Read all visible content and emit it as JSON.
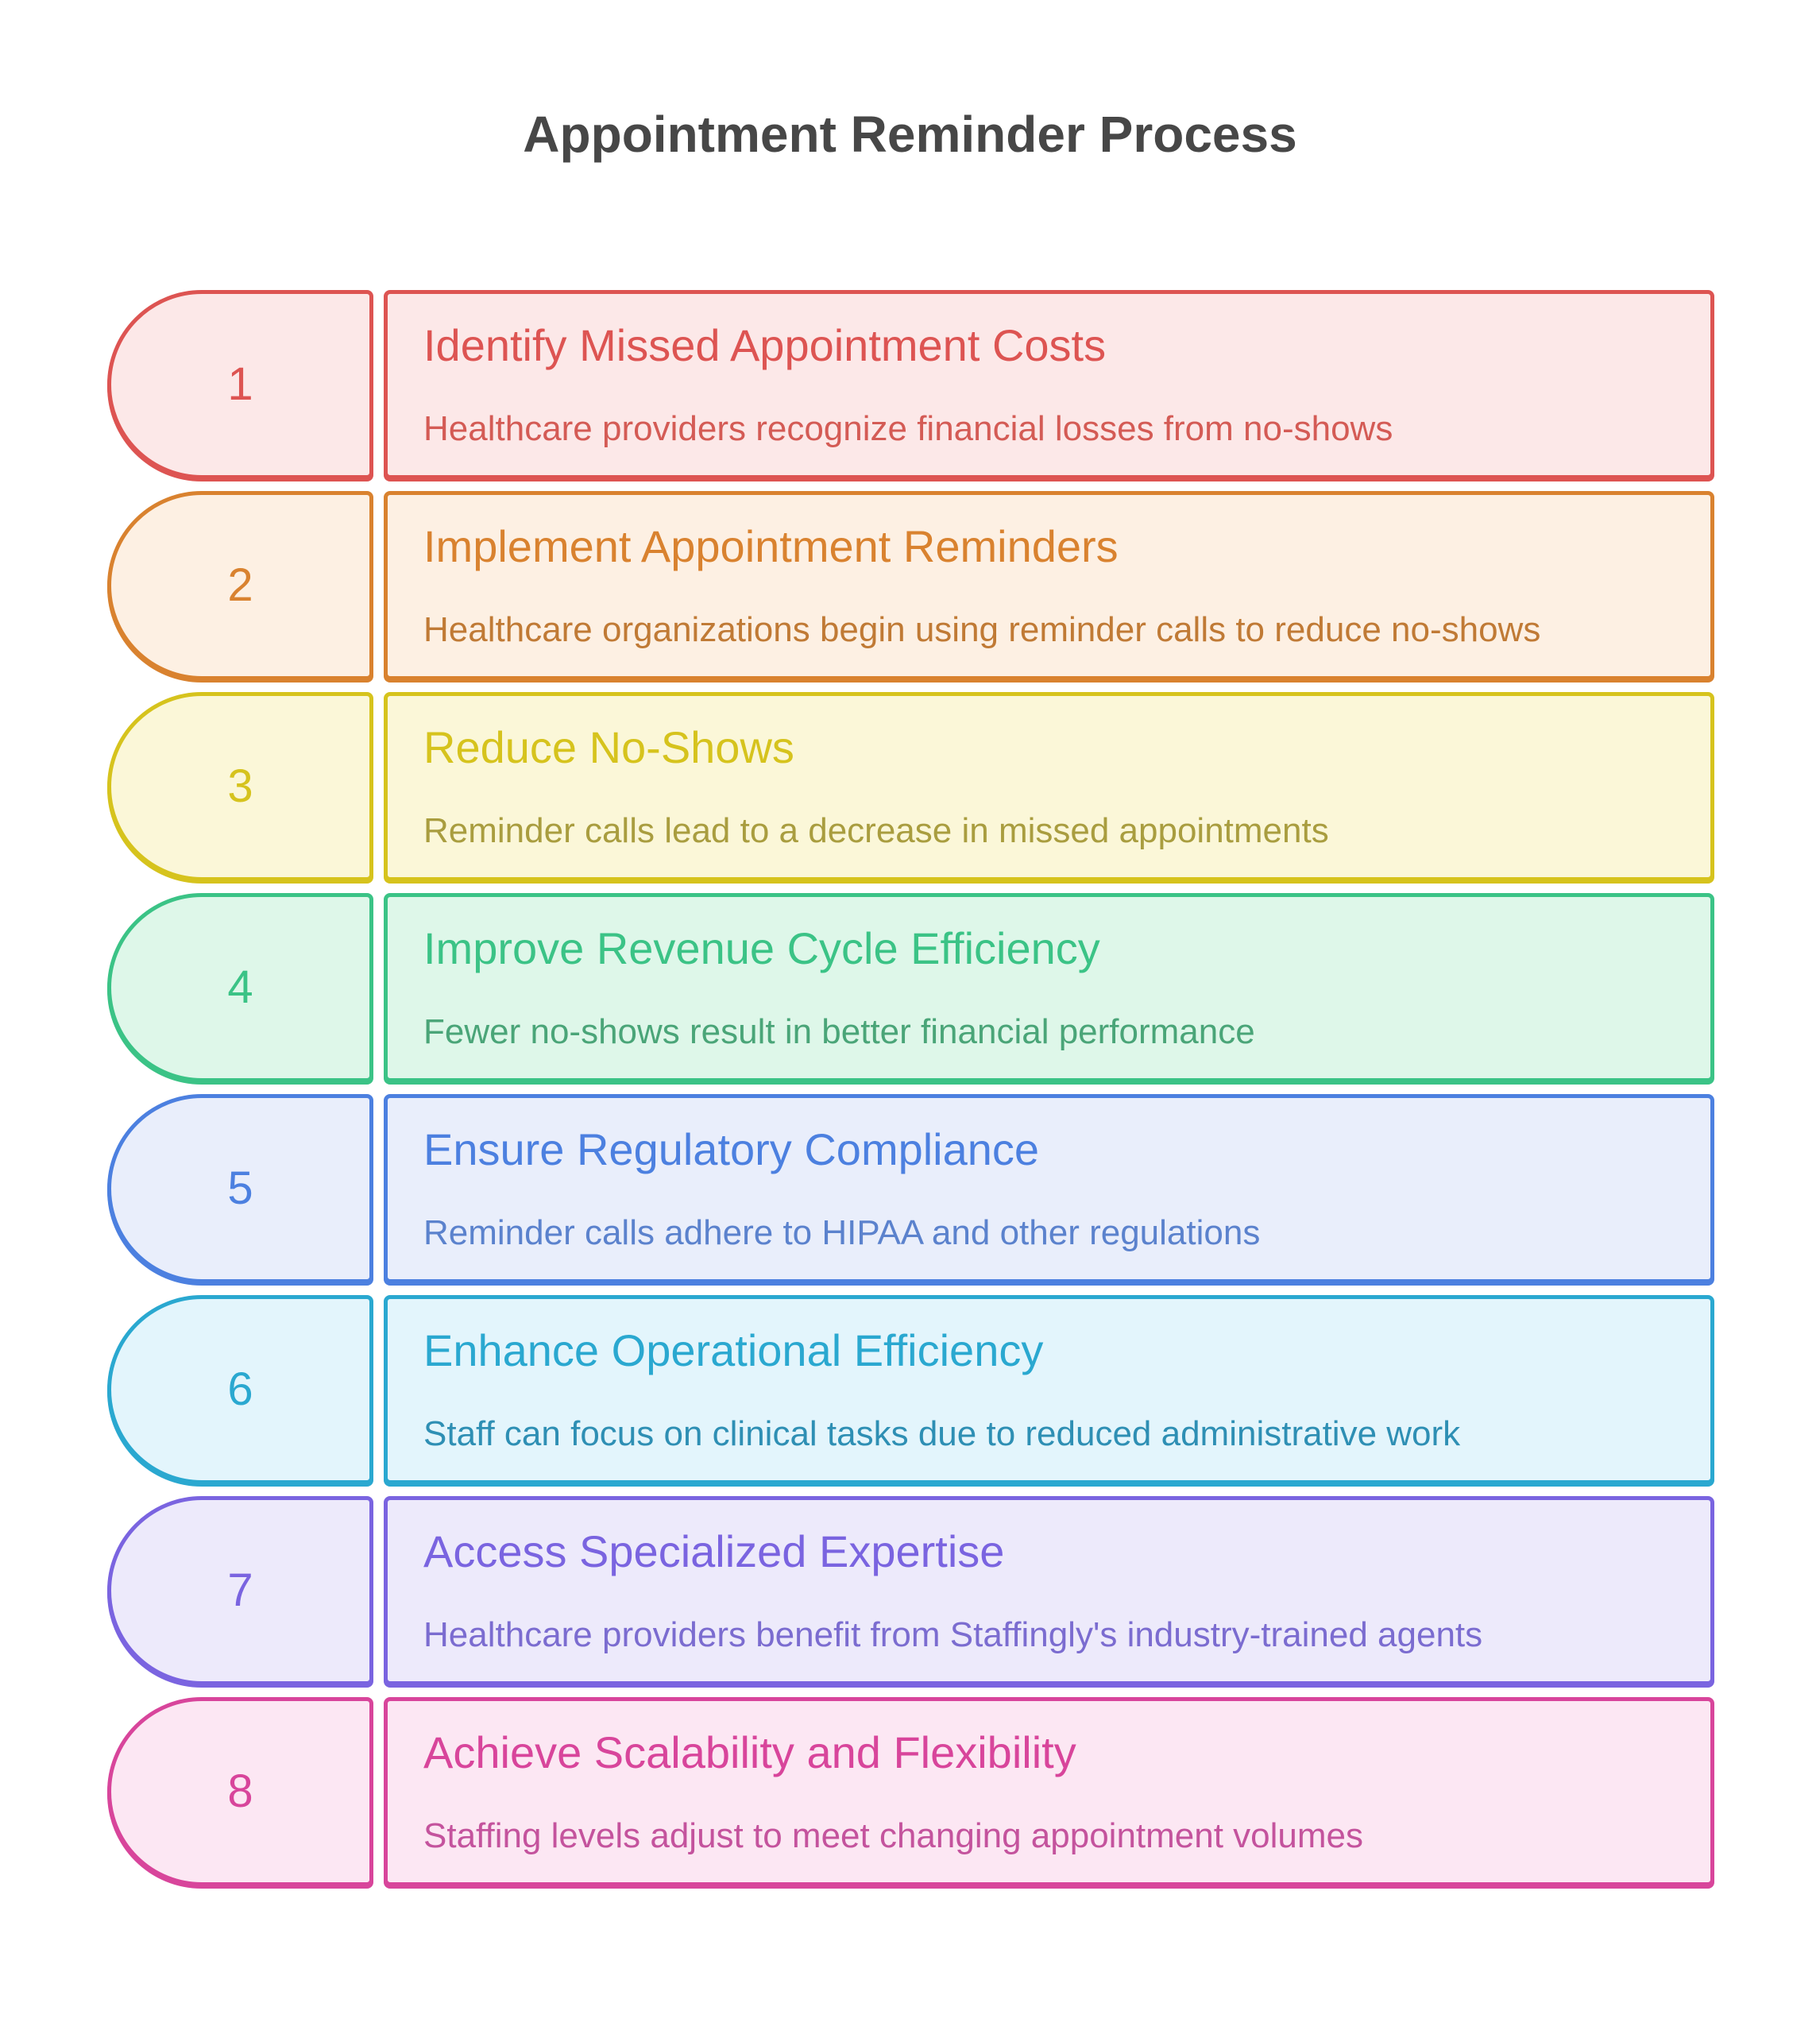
{
  "title": "Appointment Reminder Process",
  "steps": [
    {
      "number": "1",
      "title": "Identify Missed Appointment Costs",
      "description": "Healthcare providers recognize financial losses from no-shows",
      "accent": "#dd5452",
      "desc_color": "#d45b55",
      "fill": "#fce8e8"
    },
    {
      "number": "2",
      "title": "Implement Appointment Reminders",
      "description": "Healthcare organizations begin using reminder calls to reduce no-shows",
      "accent": "#d9822f",
      "desc_color": "#c07a35",
      "fill": "#fdf0e3"
    },
    {
      "number": "3",
      "title": "Reduce No-Shows",
      "description": "Reminder calls lead to a decrease in missed appointments",
      "accent": "#d6c31d",
      "desc_color": "#a99d3f",
      "fill": "#fbf7d8"
    },
    {
      "number": "4",
      "title": "Improve Revenue Cycle Efficiency",
      "description": "Fewer no-shows result in better financial performance",
      "accent": "#3bc386",
      "desc_color": "#4aa578",
      "fill": "#def7e9"
    },
    {
      "number": "5",
      "title": "Ensure Regulatory Compliance",
      "description": "Reminder calls adhere to HIPAA and other regulations",
      "accent": "#4c80e0",
      "desc_color": "#5b82cd",
      "fill": "#e9eefb"
    },
    {
      "number": "6",
      "title": "Enhance Operational Efficiency",
      "description": "Staff can focus on clinical tasks due to reduced administrative work",
      "accent": "#2aa8d0",
      "desc_color": "#2e8fb4",
      "fill": "#e3f5fc"
    },
    {
      "number": "7",
      "title": "Access Specialized Expertise",
      "description": "Healthcare providers benefit from Staffingly's industry-trained agents",
      "accent": "#7a64e0",
      "desc_color": "#7b6cd0",
      "fill": "#edeafb"
    },
    {
      "number": "8",
      "title": "Achieve Scalability and Flexibility",
      "description": "Staffing levels adjust to meet changing appointment volumes",
      "accent": "#d8459b",
      "desc_color": "#c4539d",
      "fill": "#fce7f3"
    }
  ]
}
